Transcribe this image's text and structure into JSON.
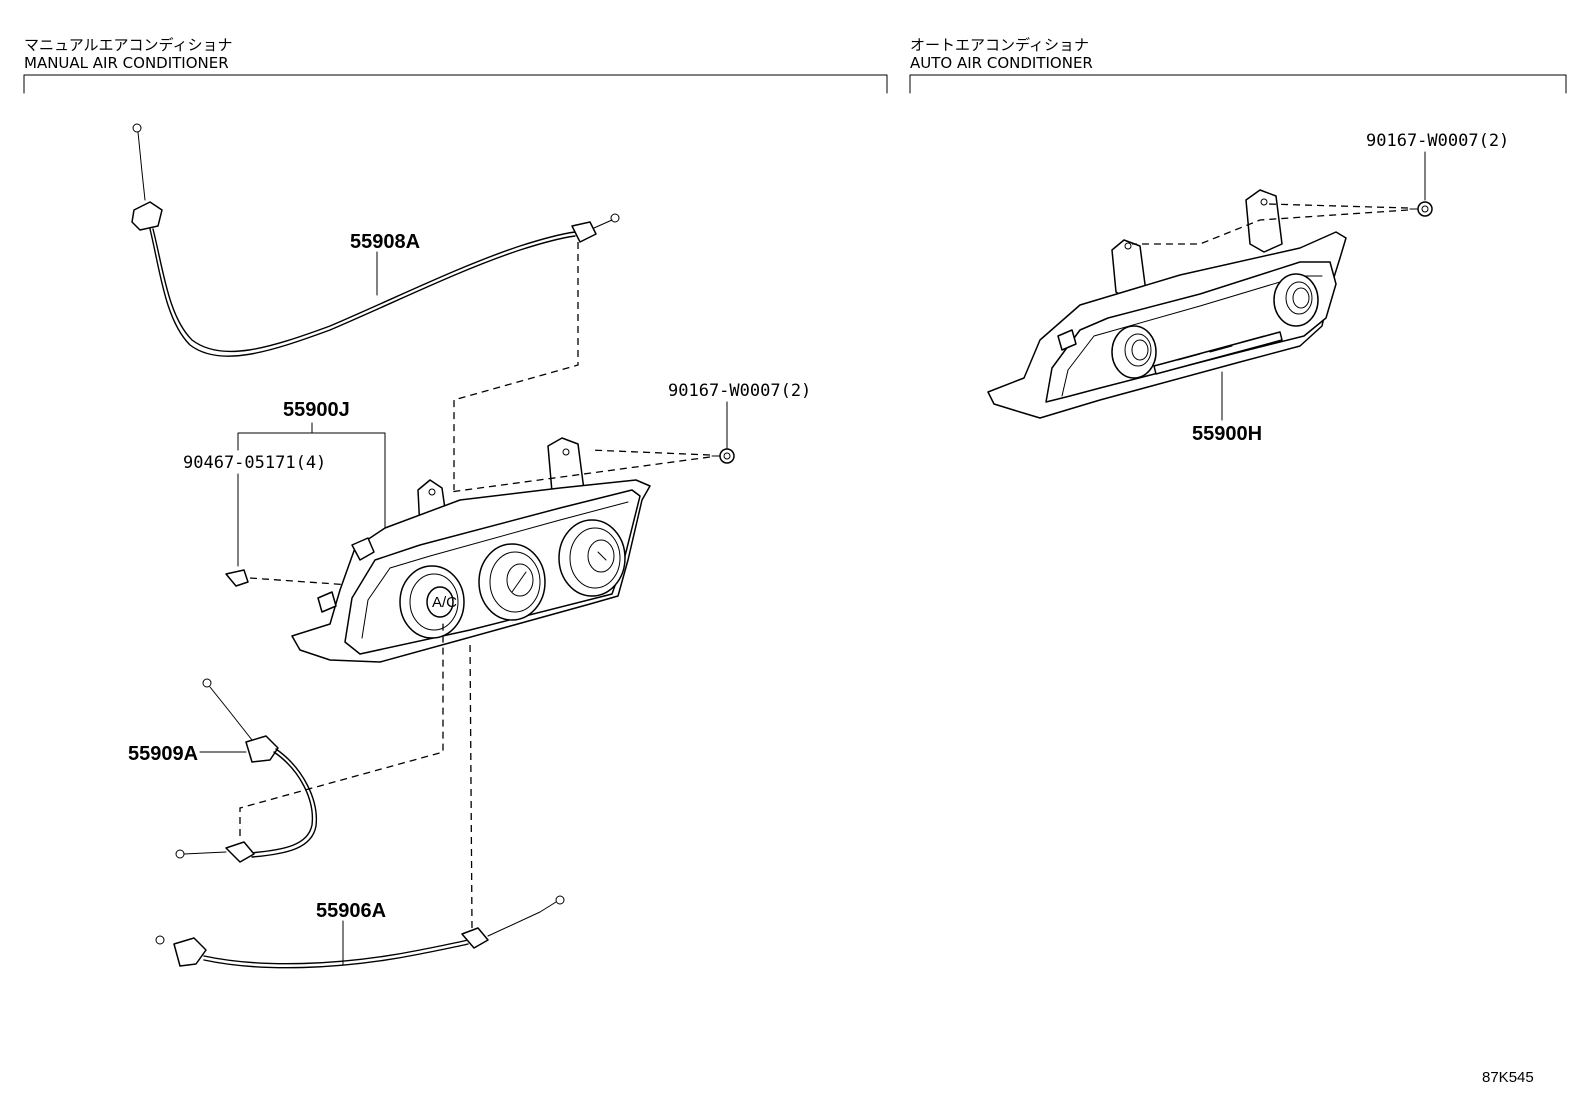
{
  "sections": {
    "manual": {
      "title_jp": "マニュアルエアコンディショナ",
      "title_en": "MANUAL AIR CONDITIONER"
    },
    "auto": {
      "title_jp": "オートエアコンディショナ",
      "title_en": "AUTO AIR CONDITIONER"
    }
  },
  "parts": {
    "cable_55908a": "55908A",
    "control_55900j": "55900J",
    "clip_90467": "90467-05171(4)",
    "screw_90167_manual": "90167-W0007(2)",
    "cable_55909a": "55909A",
    "cable_55906a": "55906A",
    "screw_90167_auto": "90167-W0007(2)",
    "control_55900h": "55900H"
  },
  "knobs": {
    "ac": "A/C"
  },
  "drawing_ref": "87K545"
}
